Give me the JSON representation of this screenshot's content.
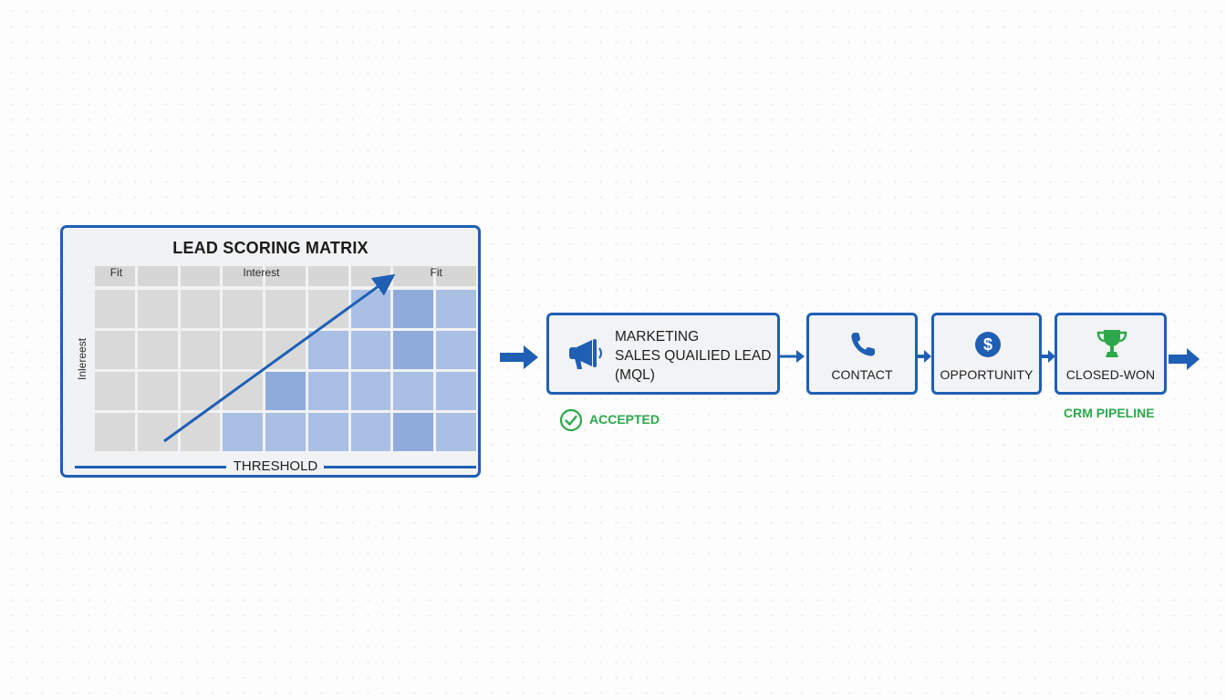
{
  "matrix": {
    "title": "LEAD SCORING MATRIX",
    "header_labels": [
      "Fit",
      "Interest",
      "Fit"
    ],
    "y_axis_label": "Inlereest",
    "threshold_label": "THRESHOLD",
    "columns": 9,
    "rows": 4,
    "cell_levels": [
      [
        0,
        0,
        0,
        0,
        0,
        0,
        1,
        2,
        1
      ],
      [
        0,
        0,
        0,
        0,
        0,
        1,
        1,
        2,
        1
      ],
      [
        0,
        0,
        0,
        0,
        2,
        1,
        1,
        1,
        1
      ],
      [
        0,
        0,
        0,
        1,
        1,
        1,
        1,
        2,
        1
      ]
    ],
    "colors": {
      "neutral": "#d9d9da",
      "header": "#d6d6d7",
      "level1": "#a9bfe3",
      "level2": "#8eabdc",
      "accent": "#1f5fb4"
    }
  },
  "flow": {
    "steps": [
      {
        "id": "mql",
        "icon": "megaphone-icon",
        "lines": [
          "MARKETING",
          "SALES QUAILIED LEAD",
          "(MQL)"
        ],
        "status": "ACCEPTED",
        "status_icon": "check-circle-icon"
      },
      {
        "id": "contact",
        "icon": "phone-icon",
        "label": "CONTACT"
      },
      {
        "id": "opportunity",
        "icon": "dollar-icon",
        "label": "OPPORTUNITY"
      },
      {
        "id": "closed-won",
        "icon": "trophy-icon",
        "label": "CLOSED-WON",
        "caption": "CRM PIPELINE"
      }
    ],
    "colors": {
      "border": "#1f5fb4",
      "success": "#2da84a"
    }
  }
}
